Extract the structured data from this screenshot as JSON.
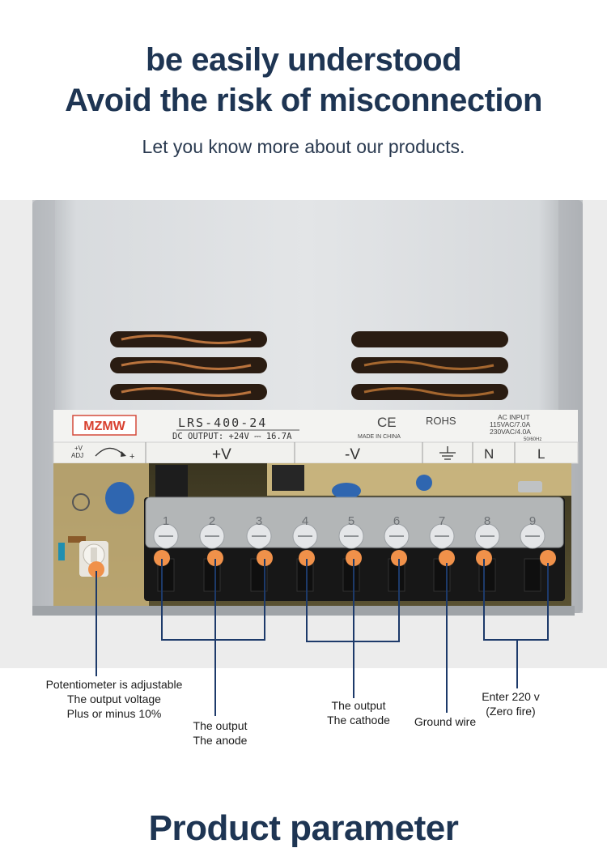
{
  "header": {
    "line1": "be easily understood",
    "line2": "Avoid the risk of misconnection",
    "subtitle": "Let you know more about our products."
  },
  "product_label": {
    "brand": "MZMW",
    "model": "LRS-400-24",
    "dc_output": "DC OUTPUT: +24V ⎓ 16.7A",
    "ce_mark": "CE",
    "rohs": "ROHS",
    "made_in": "MADE IN CHINA",
    "ac_input_title": "AC INPUT",
    "ac_input_line1": "115VAC/7.0A",
    "ac_input_line2": "230VAC/4.0A",
    "ac_input_freq": "50/60Hz",
    "adj_top": "+V",
    "adj_bottom": "ADJ",
    "adj_plus": "+",
    "terminal_plus_v": "+V",
    "terminal_minus_v": "-V",
    "terminal_n": "N",
    "terminal_l": "L"
  },
  "terminals": [
    "1",
    "2",
    "3",
    "4",
    "5",
    "6",
    "7",
    "8",
    "9"
  ],
  "callouts": {
    "potentiometer": [
      "Potentiometer is adjustable",
      "The output voltage",
      "Plus or minus 10%"
    ],
    "anode": [
      "The output",
      "The anode"
    ],
    "cathode": [
      "The output",
      "The cathode"
    ],
    "ground": [
      "Ground wire"
    ],
    "ac_in": [
      "Enter 220 v",
      "(Zero fire)"
    ]
  },
  "footer": {
    "title": "Product parameter"
  },
  "colors": {
    "heading": "#1e3553",
    "marker": "#f0914a",
    "leader": "#1d3a6a"
  }
}
